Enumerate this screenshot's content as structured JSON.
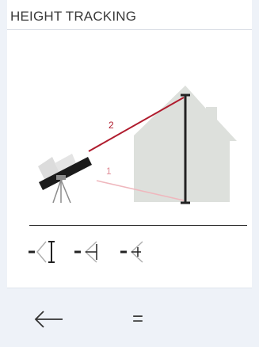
{
  "header": {
    "title": "HEIGHT TRACKING"
  },
  "illustration": {
    "label_line_upper": "2",
    "label_line_lower": "1",
    "colors": {
      "house": "#dde0dc",
      "upper_line": "#b01c2e",
      "lower_line": "#efb7bd",
      "marker": "#222222",
      "telescope": "#1b1b1b",
      "tripod": "#8c8c8c"
    }
  },
  "modes": [
    {
      "icon": "height-bracket-mode-icon"
    },
    {
      "icon": "angle-mode-icon"
    },
    {
      "icon": "angle-offset-mode-icon"
    }
  ],
  "footer": {
    "back_icon": "arrow-left-icon",
    "equals_label": "="
  }
}
